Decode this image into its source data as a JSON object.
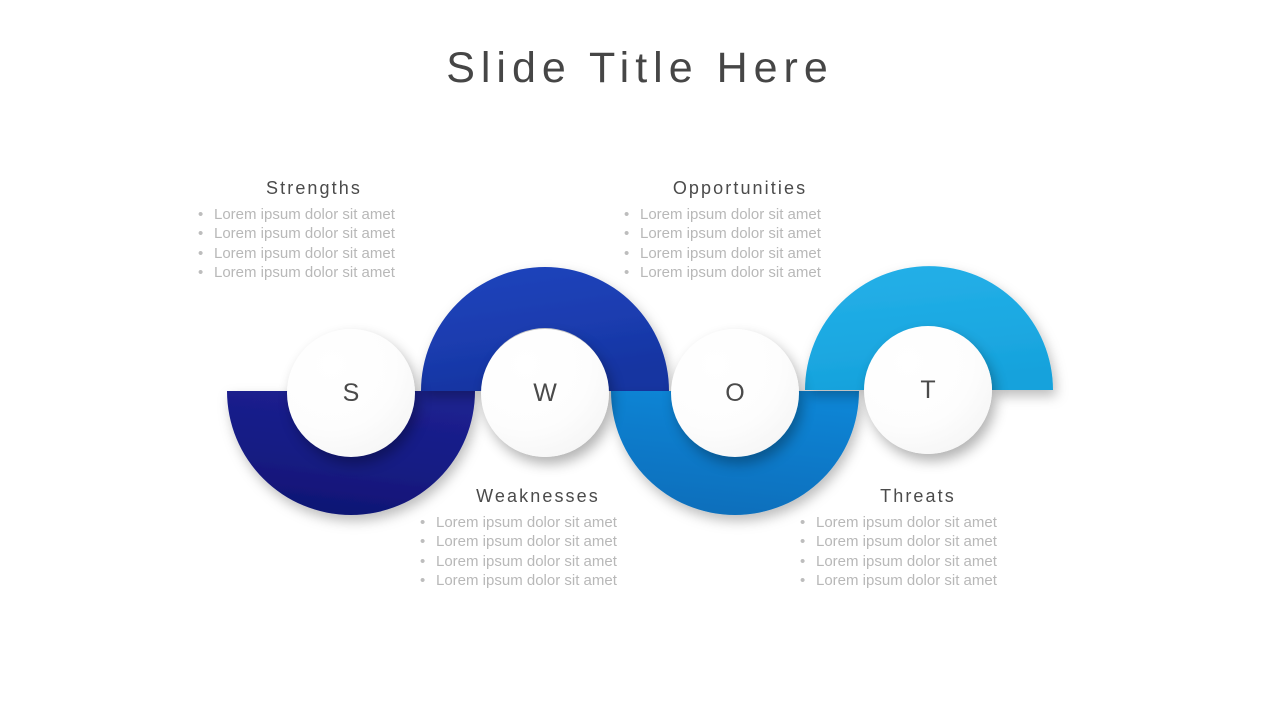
{
  "slide": {
    "title": "Slide Title Here",
    "background_color": "#ffffff"
  },
  "palette": {
    "navy": "#151a7b",
    "royal_blue": "#1b3fb2",
    "bright_blue": "#0b77c6",
    "cyan": "#1eabe3",
    "title_text": "#464646",
    "heading_text": "#4b4b4b",
    "bullet_text": "#b8b8b8",
    "circle_letter": "#4a4a4a"
  },
  "diagram": {
    "type": "swot-s-curve",
    "nodes": [
      {
        "letter": "S",
        "name": "strengths",
        "arc_color": "#151a7b"
      },
      {
        "letter": "W",
        "name": "weaknesses",
        "arc_color": "#1b3fb2"
      },
      {
        "letter": "O",
        "name": "opportunities",
        "arc_color": "#0b77c6"
      },
      {
        "letter": "T",
        "name": "threats",
        "arc_color": "#1eabe3"
      }
    ]
  },
  "quadrants": {
    "strengths": {
      "title": "Strengths",
      "bullet_glyph": "•",
      "items": [
        "Lorem ipsum dolor sit amet",
        "Lorem ipsum dolor sit amet",
        "Lorem ipsum dolor sit amet",
        "Lorem ipsum dolor sit amet"
      ]
    },
    "weaknesses": {
      "title": "Weaknesses",
      "bullet_glyph": "•",
      "items": [
        "Lorem ipsum dolor sit amet",
        "Lorem ipsum dolor sit amet",
        "Lorem ipsum dolor sit amet",
        "Lorem ipsum dolor sit amet"
      ]
    },
    "opportunities": {
      "title": "Opportunities",
      "bullet_glyph": "•",
      "items": [
        "Lorem ipsum dolor sit amet",
        "Lorem ipsum dolor sit amet",
        "Lorem ipsum dolor sit amet",
        "Lorem ipsum dolor sit amet"
      ]
    },
    "threats": {
      "title": "Threats",
      "bullet_glyph": "•",
      "items": [
        "Lorem ipsum dolor sit amet",
        "Lorem ipsum dolor sit amet",
        "Lorem ipsum dolor sit amet",
        "Lorem ipsum dolor sit amet"
      ]
    }
  }
}
